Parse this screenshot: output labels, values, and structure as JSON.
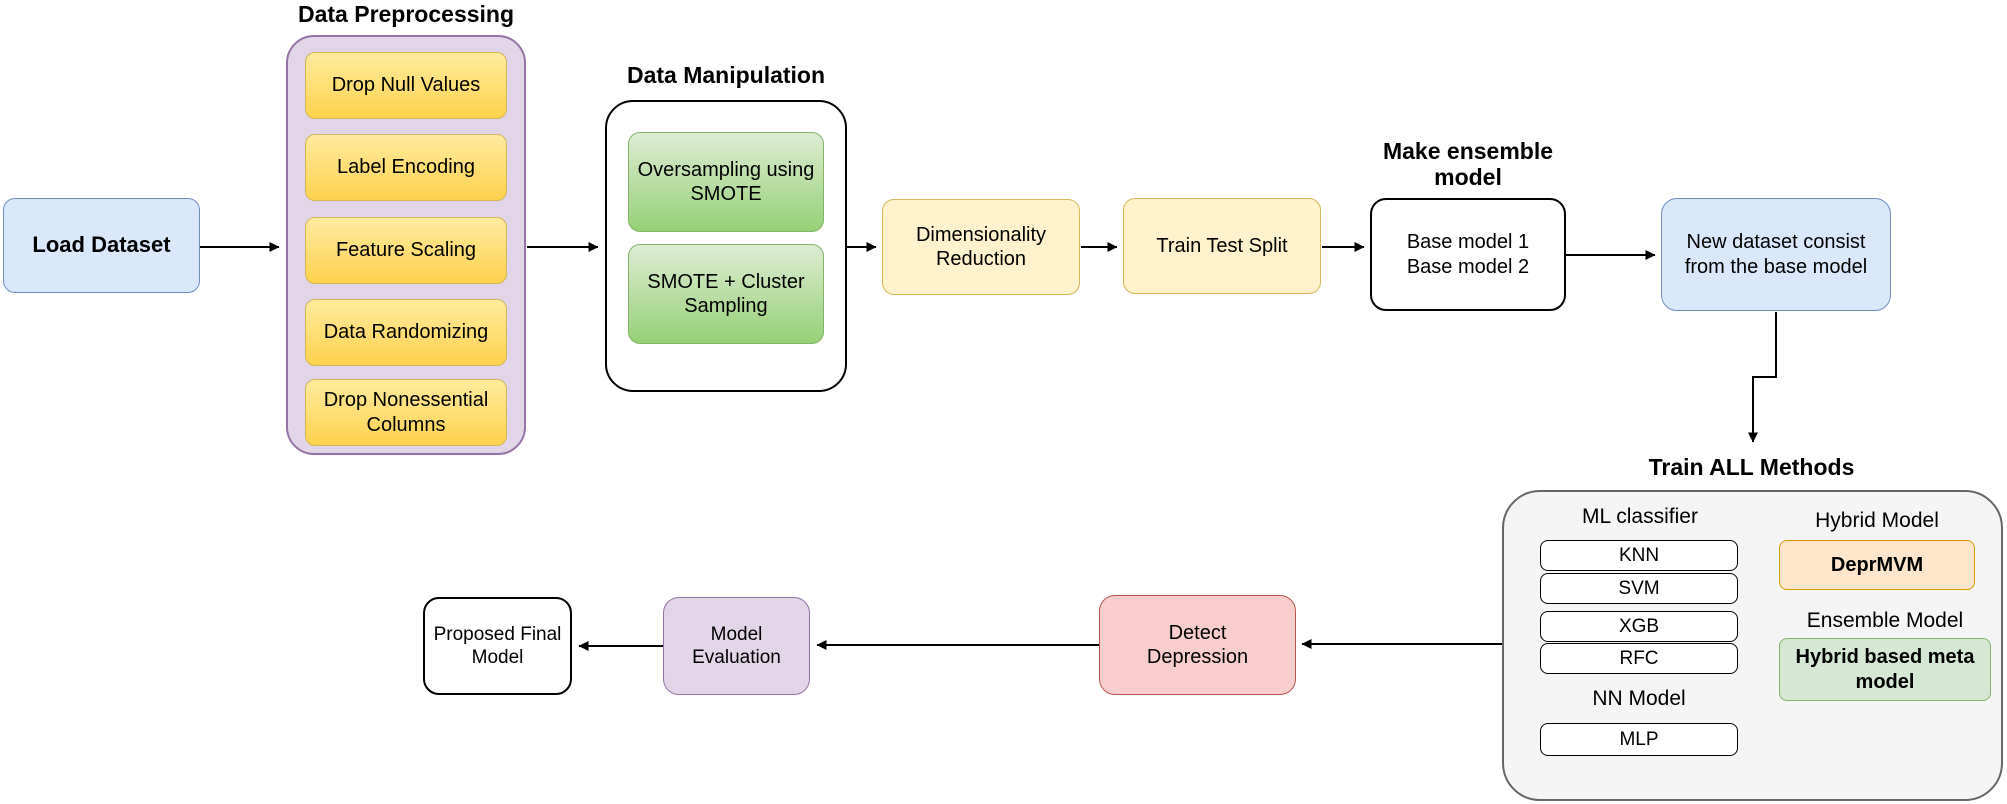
{
  "pipeline": {
    "load_dataset": {
      "label": "Load Dataset"
    },
    "preprocessing": {
      "title": "Data Preprocessing",
      "steps": [
        "Drop Null Values",
        "Label Encoding",
        "Feature Scaling",
        "Data Randomizing",
        "Drop Nonessential Columns"
      ]
    },
    "manipulation": {
      "title": "Data Manipulation",
      "steps": [
        "Oversampling using SMOTE",
        "SMOTE + Cluster Sampling"
      ]
    },
    "dimensionality_reduction": {
      "label": "Dimensionality Reduction"
    },
    "train_test_split": {
      "label": "Train Test Split"
    },
    "ensemble": {
      "title": "Make ensemble model",
      "lines": [
        "Base model 1",
        "Base model 2"
      ]
    },
    "new_dataset": {
      "label": "New dataset consist from the base model"
    },
    "train_all": {
      "title": "Train ALL Methods",
      "ml_classifier_label": "ML classifier",
      "ml_classifiers": [
        "KNN",
        "SVM",
        "XGB",
        "RFC"
      ],
      "nn_label": "NN Model",
      "nn_model": "MLP",
      "hybrid_label": "Hybrid Model",
      "hybrid_model": "DeprMVM",
      "ensemble_label": "Ensemble Model",
      "ensemble_model": "Hybrid based meta model"
    },
    "detect_depression": {
      "lines": [
        "Detect",
        "Depression"
      ]
    },
    "model_evaluation": {
      "lines": [
        "Model",
        "Evaluation"
      ]
    },
    "proposed_final_model": {
      "lines": [
        "Proposed Final",
        "Model"
      ]
    }
  },
  "colors": {
    "blue_fill": "#dae8fc",
    "blue_border": "#6c8ebf",
    "purple_fill": "#e1d5e7",
    "purple_border": "#9673a6",
    "yellow_gradient_top": "#ffeb9e",
    "yellow_gradient_bottom": "#ffd24d",
    "yellow_border": "#d6b656",
    "light_yellow_fill": "#fff2cc",
    "green_gradient_top": "#dcedd3",
    "green_gradient_bottom": "#97d077",
    "green_border": "#82b366",
    "light_green_fill": "#d5e8d4",
    "orange_fill": "#ffe6cc",
    "orange_border": "#d79b00",
    "red_fill": "#f8cecc",
    "red_border": "#b85450",
    "gray_fill": "#f5f5f5",
    "gray_border": "#666666",
    "arrow_color": "#000000"
  }
}
